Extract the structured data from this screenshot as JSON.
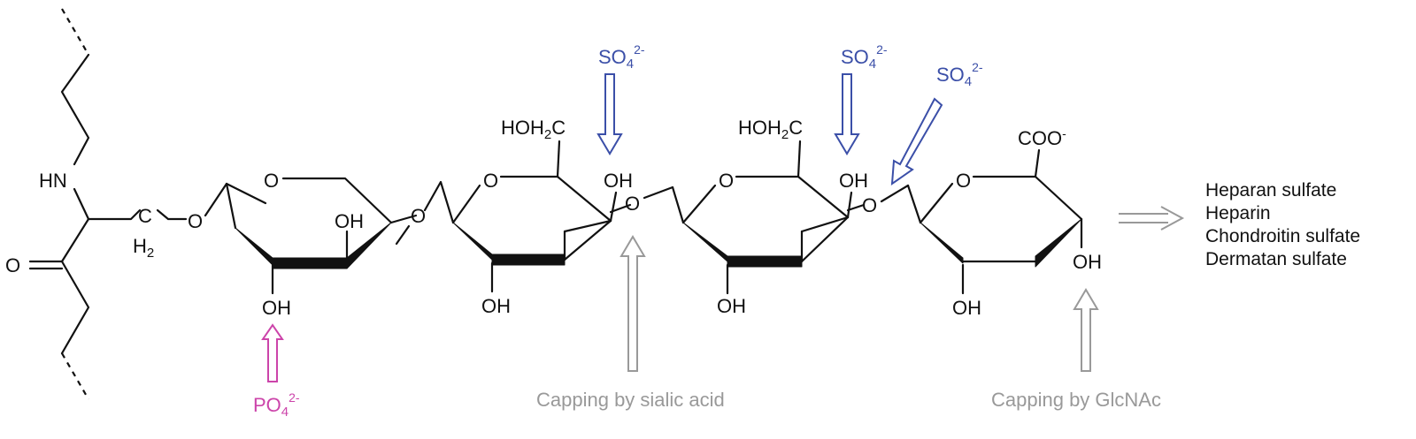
{
  "atoms": {
    "hn": "HN",
    "ketone_o": "O",
    "ch2": "C",
    "ch2_sub": "H",
    "ch2_sub_n": "2",
    "glyco_o": "O",
    "ring1_o": "O",
    "ring1_oh_top": "OH",
    "ring1_oh_bottom": "OH",
    "link12_o": "O",
    "ring2_o": "O",
    "ring2_hoh2c": "HOH",
    "ring2_hoh2c_sub": "2",
    "ring2_hoh2c_tail": "C",
    "ring2_oh_right": "OH",
    "ring2_oh_bottom": "OH",
    "link23_o": "O",
    "ring3_o": "O",
    "ring3_hoh2c": "HOH",
    "ring3_hoh2c_sub": "2",
    "ring3_hoh2c_tail": "C",
    "ring3_oh_right": "OH",
    "ring3_oh_bottom": "OH",
    "link34_o": "O",
    "ring4_o": "O",
    "ring4_coo": "COO",
    "ring4_coo_charge": "-",
    "ring4_oh_right": "OH",
    "ring4_oh_bottom": "OH"
  },
  "modifications": {
    "phosphate": {
      "base": "PO",
      "sub": "4",
      "sup": "2-",
      "color": "#cc44aa"
    },
    "sulfate_1": {
      "base": "SO",
      "sub": "4",
      "sup": "2-",
      "color": "#3b4fa8"
    },
    "sulfate_2": {
      "base": "SO",
      "sub": "4",
      "sup": "2-",
      "color": "#3b4fa8"
    },
    "sulfate_3": {
      "base": "SO",
      "sub": "4",
      "sup": "2-",
      "color": "#3b4fa8"
    },
    "capping_sialic": {
      "label": "Capping by sialic acid",
      "color": "#999999"
    },
    "capping_glcnac": {
      "label": "Capping by GlcNAc",
      "color": "#999999"
    }
  },
  "products": {
    "arrow_color": "#999999",
    "items": [
      "Heparan sulfate",
      "Heparin",
      "Chondroitin sulfate",
      "Dermatan sulfate"
    ]
  },
  "colors": {
    "bond": "#111111",
    "sulfate": "#3b4fa8",
    "phosphate": "#cc44aa",
    "capping": "#999999"
  }
}
